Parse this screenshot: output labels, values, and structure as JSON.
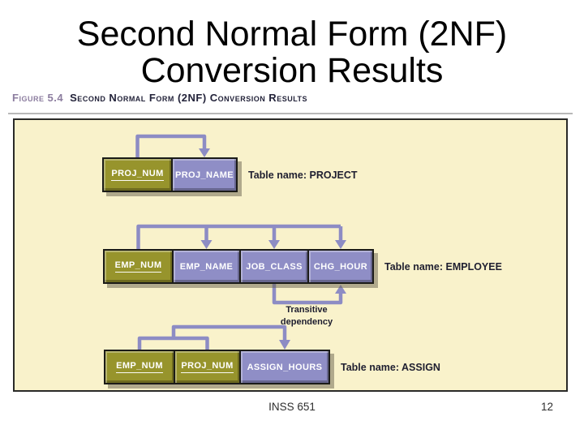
{
  "slide": {
    "title_lines": [
      "Second Normal Form (2NF)",
      "Conversion Results"
    ],
    "footer": {
      "course_code": "INSS 651",
      "page_number": "12"
    }
  },
  "figure": {
    "caption": {
      "label": "Figure 5.4",
      "text": "Second Normal Form (2NF) Conversion Results"
    },
    "colors": {
      "panel_bg": "#f9f2cb",
      "key_column": "#97942c",
      "attr_column": "#8f8ec6",
      "arrow": "#8d8cc4",
      "caption_label": "#8c7d9f",
      "caption_text": "#23233a",
      "label_text": "#1f1f30"
    },
    "tables": [
      {
        "name_label": "Table name: PROJECT",
        "columns": [
          {
            "label": "PROJ_NUM",
            "key": true
          },
          {
            "label": "PROJ_NAME",
            "key": false
          }
        ]
      },
      {
        "name_label": "Table name: EMPLOYEE",
        "columns": [
          {
            "label": "EMP_NUM",
            "key": true
          },
          {
            "label": "EMP_NAME",
            "key": false
          },
          {
            "label": "JOB_CLASS",
            "key": false
          },
          {
            "label": "CHG_HOUR",
            "key": false
          }
        ]
      },
      {
        "name_label": "Table name: ASSIGN",
        "columns": [
          {
            "label": "EMP_NUM",
            "key": true
          },
          {
            "label": "PROJ_NUM",
            "key": true
          },
          {
            "label": "ASSIGN_HOURS",
            "key": false
          }
        ]
      }
    ],
    "annotations": {
      "transitive_dependency": [
        "Transitive",
        "dependency"
      ]
    }
  }
}
